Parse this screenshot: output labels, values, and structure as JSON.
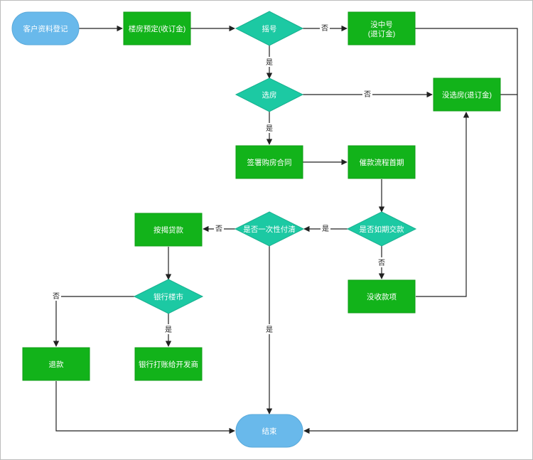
{
  "nodes": {
    "start": "客户资料登记",
    "reserve": "楼房预定(收订金)",
    "lottery": "摇号",
    "no_number": [
      "没中号",
      "(退订金)"
    ],
    "select_house": "选房",
    "no_selection": "没选房(退订金)",
    "sign_contract": "签署购房合同",
    "urge_payment": "催款流程首期",
    "on_time": "是否如期交款",
    "one_time": "是否一次性付清",
    "mortgage": "按揭贷款",
    "no_payment": "没收款项",
    "bank": "银行楼市",
    "refund": "退款",
    "transfer": "银行打账给开发商",
    "end": "结束"
  },
  "edge_labels": {
    "yes": "是",
    "no": "否"
  }
}
